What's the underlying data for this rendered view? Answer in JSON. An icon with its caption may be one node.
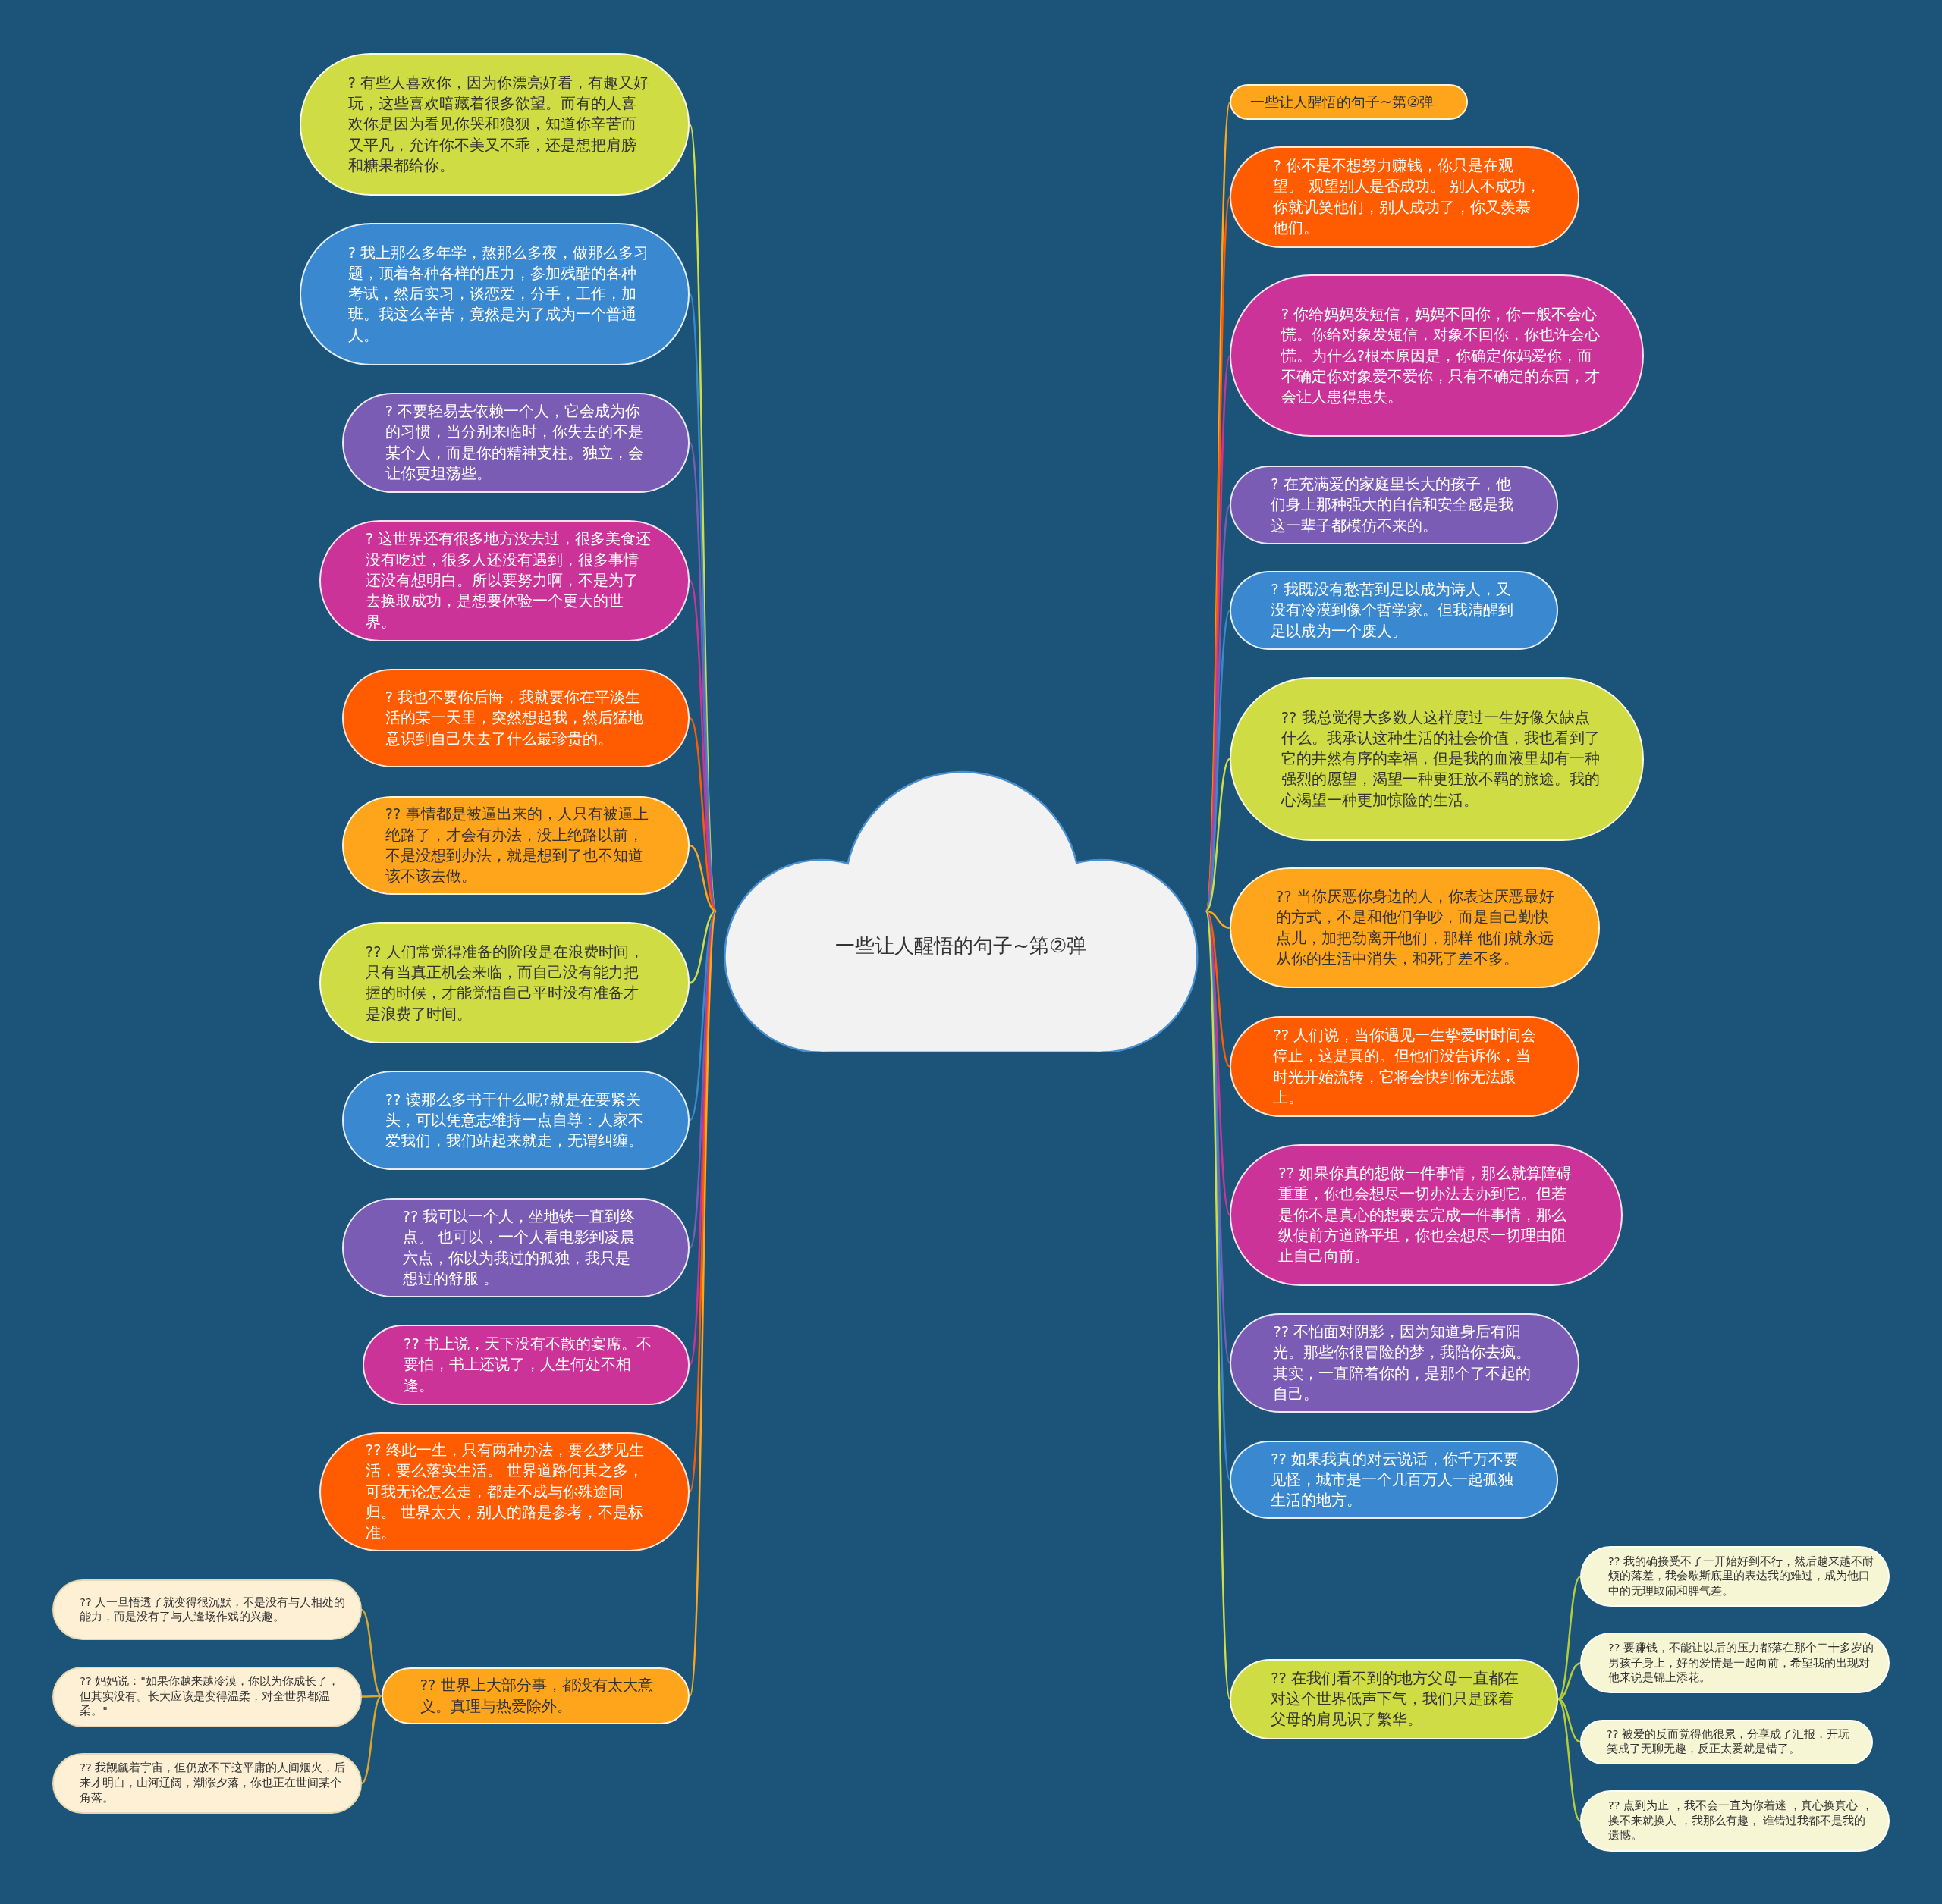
{
  "diagram": {
    "nodes": [
      {
        "text": [
          "一些让人醒悟的句子~第②弹"
        ]
      },
      {
        "text": [
          "?  有些人喜欢你，因为你漂亮好看，有趣又好玩，这些喜欢暗藏着很多欲望。而有的人喜欢你是因为看见你哭和狼狈，知道你辛苦而又平凡，允许你不美又不乖，还是想把肩膀和糖果都给你。"
        ]
      },
      {
        "text": [
          "?  我上那么多年学，熬那么多夜，做那么多习题，顶着各种各样的压力，参加残酷的各种考试，然后实习，谈恋爱，分手，工作，加班。我这么辛苦，竟然是为了成为一个普通人。"
        ]
      },
      {
        "text": [
          "? 不要轻易去依赖一个人，它会成为你的习惯，当分别来临时，你失去的不是某个人，而是你的精神支柱。独立，会让你更坦荡些。"
        ]
      },
      {
        "text": [
          "?  这世界还有很多地方没去过，很多美食还没有吃过，很多人还没有遇到，很多事情还没有想明白。所以要努力啊，不是为了去换取成功，是想要体验一个更大的世界。"
        ]
      },
      {
        "text": [
          "? 我也不要你后悔，我就要你在平淡生活的某一天里，突然想起我，然后猛地意识到自己失去了什么最珍贵的。"
        ]
      },
      {
        "text": [
          "?? 事情都是被逼出来的，人只有被逼上绝路了，才会有办法，没上绝路以前，不是没想到办法，就是想到了也不知道该不该去做。"
        ]
      },
      {
        "text": [
          "?? 人们常觉得准备的阶段是在浪费时间，只有当真正机会来临，而自己没有能力把握的时候，才能觉悟自己平时没有准备才是浪费了时间。"
        ]
      },
      {
        "text": [
          "?? 读那么多书干什么呢?就是在要紧关头，可以凭意志维持一点自尊：人家不爱我们，我们站起来就走，无谓纠缠。"
        ]
      },
      {
        "text": [
          "?? 我可以一个人，坐地铁一直到终点。 也可以，一个人看电影到凌晨六点，你以为我过的孤独，我只是想过的舒服 。"
        ]
      },
      {
        "text": [
          "?? 书上说，天下没有不散的宴席。不要怕，书上还说了，人生何处不相逢。"
        ]
      },
      {
        "text": [
          "?? 终此一生，只有两种办法，要么梦见生活，要么落实生活。 世界道路何其之多，可我无论怎么走，都走不成与你殊途同归。   世界太大，别人的路是参考，不是标准。"
        ]
      },
      {
        "text": [
          "?? 世界上大部分事，都没有太大意义。真理与热爱除外。"
        ]
      },
      {
        "text": [
          "?? 人一旦悟透了就变得很沉默，不是没有与人相处的能力，而是没有了与人逢场作戏的兴趣。"
        ]
      },
      {
        "text": [
          "?? 妈妈说：\"如果你越来越冷漠，你以为你成长了，但其实没有。长大应该是变得温柔，对全世界都温柔。\""
        ]
      },
      {
        "text": [
          "?? 我觊觎着宇宙，但仍放不下这平庸的人间烟火，后来才明白，山河辽阔，潮涨夕落，你也正在世间某个角落。"
        ]
      },
      {
        "text": [
          "一些让人醒悟的句子~第②弹"
        ]
      },
      {
        "text": [
          "? 你不是不想努力赚钱，你只是在观望。 观望别人是否成功。 别人不成功，你就讥笑他们，别人成功了，你又羡慕他们。"
        ]
      },
      {
        "text": [
          "?  你给妈妈发短信，妈妈不回你，你一般不会心慌。你给对象发短信，对象不回你，你也许会心慌。为什么?根本原因是，你确定你妈爱你，而不确定你对象爱不爱你，只有不确定的东西，才会让人患得患失。"
        ]
      },
      {
        "text": [
          "? 在充满爱的家庭里长大的孩子，他们身上那种强大的自信和安全感是我这一辈子都模仿不来的。"
        ]
      },
      {
        "text": [
          "? 我既没有愁苦到足以成为诗人，又没有冷漠到像个哲学家。但我清醒到足以成为一个废人。"
        ]
      },
      {
        "text": [
          "??   我总觉得大多数人这样度过一生好像欠缺点什么。我承认这种生活的社会价值，我也看到了它的井然有序的幸福，但是我的血液里却有一种强烈的愿望，渴望一种更狂放不羁的旅途。我的心渴望一种更加惊险的生活。"
        ]
      },
      {
        "text": [
          "?? 当你厌恶你身边的人，你表达厌恶最好的方式，不是和他们争吵，而是自己勤快点儿，加把劲离开他们，那样   他们就永远从你的生活中消失，和死了差不多。"
        ]
      },
      {
        "text": [
          "?? 人们说，当你遇见一生挚爱时时间会停止，这是真的。但他们没告诉你，当时光开始流转，它将会快到你无法跟上。"
        ]
      },
      {
        "text": [
          "??   如果你真的想做一件事情，那么就算障碍重重，你也会想尽一切办法去办到它。但若是你不是真心的想要去完成一件事情，那么纵使前方道路平坦，你也会想尽一切理由阻止自己向前。"
        ]
      },
      {
        "text": [
          "?? 不怕面对阴影，因为知道身后有阳光。那些你很冒险的梦，我陪你去疯。其实，一直陪着你的，是那个了不起的自己。"
        ]
      },
      {
        "text": [
          "?? 如果我真的对云说话，你千万不要见怪，城市是一个几百万人一起孤独生活的地方。"
        ]
      },
      {
        "text": [
          "?? 在我们看不到的地方父母一直都在对这个世界低声下气，我们只是踩着父母的肩见识了繁华。"
        ]
      },
      {
        "text": [
          "?? 我的确接受不了一开始好到不行，然后越来越不耐烦的落差，我会歇斯底里的表达我的难过，成为他口中的无理取闹和脾气差。"
        ]
      },
      {
        "text": [
          "?? 要赚钱，不能让以后的压力都落在那个二十多岁的男孩子身上，好的爱情是一起向前，希望我的出现对他来说是锦上添花。"
        ]
      },
      {
        "text": [
          "?? 被爱的反而觉得他很累，分享成了汇报，开玩笑成了无聊无趣，反正太爱就是错了。"
        ]
      },
      {
        "text": [
          "?? 点到为止 ，我不会一直为你着迷 ，真心换真心 ，换不来就换人 ，我那么有趣， 谁错过我都不是我的遗憾。"
        ]
      }
    ],
    "edges": [
      {
        "from": 0,
        "to": 1,
        "arrow": "none",
        "color": "#cfdc44"
      },
      {
        "from": 0,
        "to": 2,
        "arrow": "none",
        "color": "#3a88d0"
      },
      {
        "from": 0,
        "to": 3,
        "arrow": "none",
        "color": "#7b5cb5"
      },
      {
        "from": 0,
        "to": 4,
        "arrow": "none",
        "color": "#cc3399"
      },
      {
        "from": 0,
        "to": 5,
        "arrow": "none",
        "color": "#ff5b00"
      },
      {
        "from": 0,
        "to": 6,
        "arrow": "none",
        "color": "#ffa51c"
      },
      {
        "from": 0,
        "to": 7,
        "arrow": "none",
        "color": "#cfdc44"
      },
      {
        "from": 0,
        "to": 8,
        "arrow": "none",
        "color": "#3a88d0"
      },
      {
        "from": 0,
        "to": 9,
        "arrow": "none",
        "color": "#7b5cb5"
      },
      {
        "from": 0,
        "to": 10,
        "arrow": "none",
        "color": "#cc3399"
      },
      {
        "from": 0,
        "to": 11,
        "arrow": "none",
        "color": "#ff5b00"
      },
      {
        "from": 0,
        "to": 12,
        "arrow": "none",
        "color": "#ffa51c"
      },
      {
        "from": 12,
        "to": 13,
        "arrow": "none",
        "color": "#d9a52c"
      },
      {
        "from": 12,
        "to": 14,
        "arrow": "none",
        "color": "#d9a52c"
      },
      {
        "from": 12,
        "to": 15,
        "arrow": "none",
        "color": "#d9a52c"
      },
      {
        "from": 0,
        "to": 16,
        "arrow": "none",
        "color": "#ffa51c"
      },
      {
        "from": 0,
        "to": 17,
        "arrow": "none",
        "color": "#ff5b00"
      },
      {
        "from": 0,
        "to": 18,
        "arrow": "none",
        "color": "#cc3399"
      },
      {
        "from": 0,
        "to": 19,
        "arrow": "none",
        "color": "#7b5cb5"
      },
      {
        "from": 0,
        "to": 20,
        "arrow": "none",
        "color": "#3a88d0"
      },
      {
        "from": 0,
        "to": 21,
        "arrow": "none",
        "color": "#cfdc44"
      },
      {
        "from": 0,
        "to": 22,
        "arrow": "none",
        "color": "#ffa51c"
      },
      {
        "from": 0,
        "to": 23,
        "arrow": "none",
        "color": "#ff5b00"
      },
      {
        "from": 0,
        "to": 24,
        "arrow": "none",
        "color": "#cc3399"
      },
      {
        "from": 0,
        "to": 25,
        "arrow": "none",
        "color": "#7b5cb5"
      },
      {
        "from": 0,
        "to": 26,
        "arrow": "none",
        "color": "#3a88d0"
      },
      {
        "from": 0,
        "to": 27,
        "arrow": "none",
        "color": "#cfdc44"
      },
      {
        "from": 27,
        "to": 28,
        "arrow": "none",
        "color": "#b5cc3a"
      },
      {
        "from": 27,
        "to": 29,
        "arrow": "none",
        "color": "#b5cc3a"
      },
      {
        "from": 27,
        "to": 30,
        "arrow": "none",
        "color": "#b5cc3a"
      },
      {
        "from": 27,
        "to": 31,
        "arrow": "none",
        "color": "#b5cc3a"
      }
    ]
  }
}
